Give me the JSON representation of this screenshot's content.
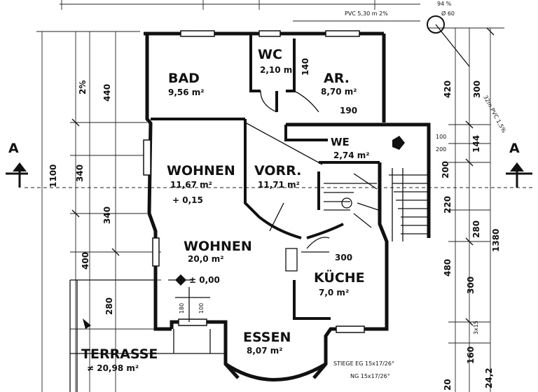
{
  "rooms": {
    "bad": {
      "name": "BAD",
      "area": "9,56 m²"
    },
    "wc": {
      "name": "WC",
      "area": "2,10 m²"
    },
    "ar": {
      "name": "AR.",
      "area": "8,70 m²"
    },
    "we": {
      "name": "WE",
      "area": "2,74 m²"
    },
    "wohnen_upper": {
      "name": "WOHNEN",
      "area": "11,67 m²",
      "extra": "+ 0,15"
    },
    "vorr": {
      "name": "VORR.",
      "area": "11,71 m²"
    },
    "wohnen_main": {
      "name": "WOHNEN",
      "area": "20,0 m²"
    },
    "kueche": {
      "name": "KÜCHE",
      "area": "7,0 m²"
    },
    "essen": {
      "name": "ESSEN",
      "area": "8,07 m²"
    },
    "terrasse": {
      "name": "TERRASSE",
      "area": "≠ 20,98 m²"
    }
  },
  "section_marks": {
    "left": "A",
    "right": "A"
  },
  "annotations": {
    "pvc_top": "PVC 5,30 m 2%",
    "pvc_side": "32m PVC 1,5%",
    "circle_pct": "94 %",
    "circle_dia": "Ø 60",
    "level": "± 0,00",
    "stair_eg": "STIEGE EG 15x17/26°",
    "stair_og": "NG 15x17/26°"
  },
  "dimensions": {
    "left_outer": "1100",
    "left_inner": [
      "440",
      "340",
      "400"
    ],
    "left_mid": [
      "2%",
      "340",
      "280"
    ],
    "right_outer": "1380",
    "right_inner": [
      "420",
      "220",
      "480",
      "300",
      "160",
      "20"
    ],
    "right_mid": [
      "300",
      "144",
      "200",
      "280",
      "24,2"
    ],
    "room_inner": [
      "140",
      "190",
      "100",
      "200",
      "300",
      "3x15"
    ],
    "terrace_small": [
      "180",
      "100"
    ]
  }
}
